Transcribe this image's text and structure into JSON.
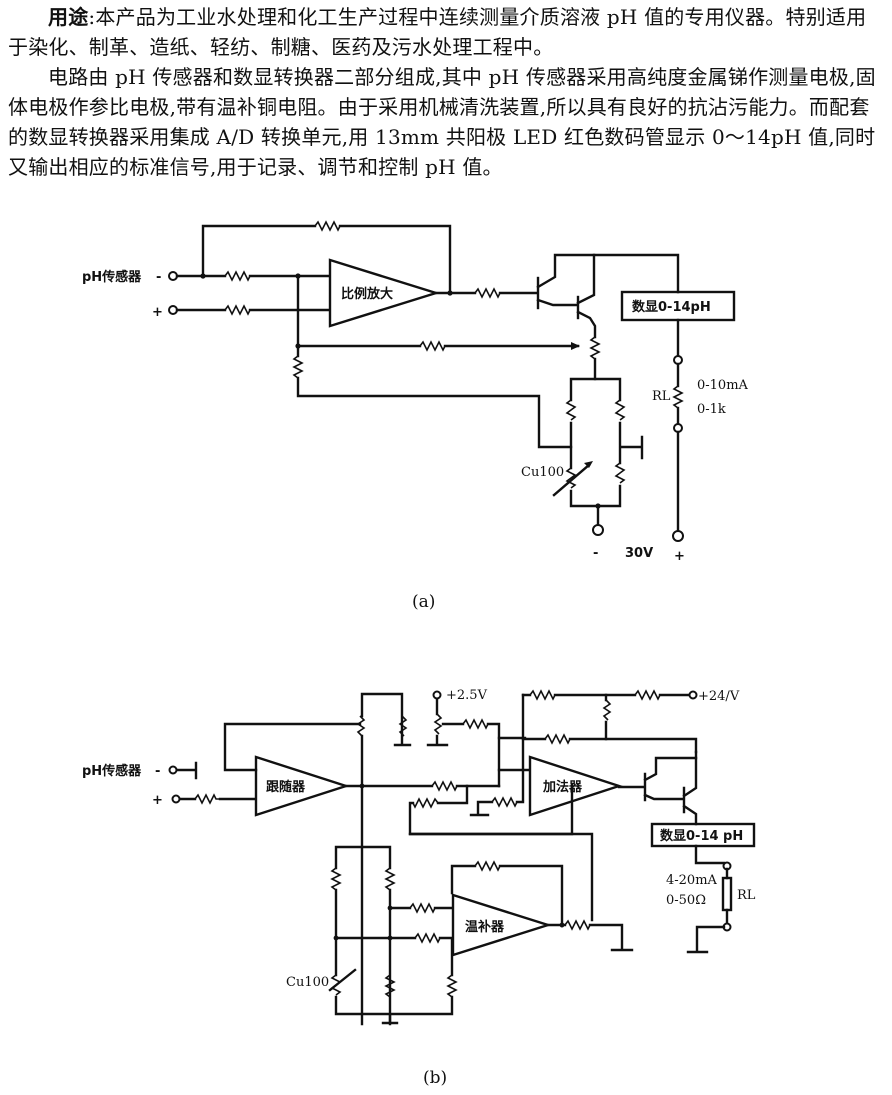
{
  "text": {
    "p1_lead": "用途",
    "p1_body": ":本产品为工业水处理和化工生产过程中连续测量介质溶液 pH 值的专用仪器。特别适用于染化、制革、造纸、轻纺、制糖、医药及污水处理工程中。",
    "p2_body": "电路由 pH 传感器和数显转换器二部分组成,其中 pH 传感器采用高纯度金属锑作测量电极,固体电极作参比电极,带有温补铜电阻。由于采用机械清洗装置,所以具有良好的抗沾污能力。而配套的数显转换器采用集成 A/D 转换单元,用 13mm 共阳极 LED 红色数码管显示 0～14pH 值,同时又输出相应的标准信号,用于记录、调节和控制 pH 值。"
  },
  "figure_a": {
    "caption": "(a)",
    "sensor_label": "pH传感器",
    "minus": "-",
    "plus": "+",
    "amp_label": "比例放大",
    "display_label": "数显0-14pH",
    "rl_label": "RL",
    "current_range": "0-10mA",
    "load_range": "0-1k",
    "cu_label": "Cu100",
    "supply_minus": "-",
    "supply_label": "30V",
    "supply_plus": "+"
  },
  "figure_b": {
    "caption": "(b)",
    "sensor_label": "pH传感器",
    "minus": "-",
    "plus": "+",
    "follower_label": "跟随器",
    "ref_voltage": "+2.5V",
    "supply_voltage": "+24/V",
    "adder_label": "加法器",
    "comp_label": "温补器",
    "display_label": "数显0-14 pH",
    "current_range": "4-20mA",
    "load_range": "0-50Ω",
    "rl_label": "RL",
    "cu_label": "Cu100"
  }
}
